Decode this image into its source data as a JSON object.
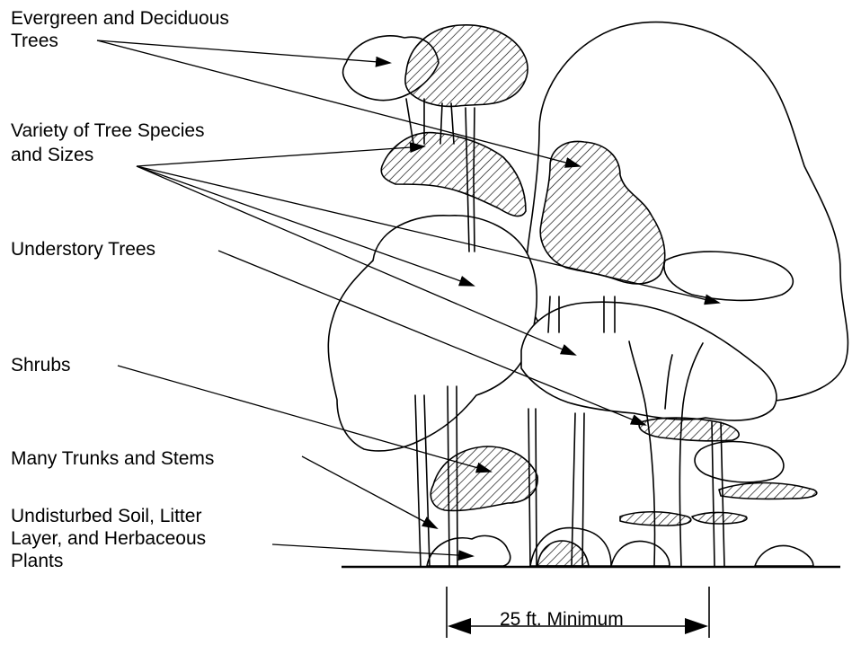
{
  "labels": {
    "evergreen": "Evergreen and Deciduous",
    "evergreen_2": "Trees",
    "variety": "Variety of Tree Species",
    "variety_2": "and Sizes",
    "understory": "Understory Trees",
    "shrubs": "Shrubs",
    "trunks": "Many Trunks and Stems",
    "soil": "Undisturbed Soil, Litter",
    "soil_2": "Layer, and Herbaceous",
    "soil_3": "Plants"
  },
  "dimension": {
    "text": "25 ft. Minimum"
  },
  "colors": {
    "ink": "#000000",
    "background": "#ffffff"
  }
}
